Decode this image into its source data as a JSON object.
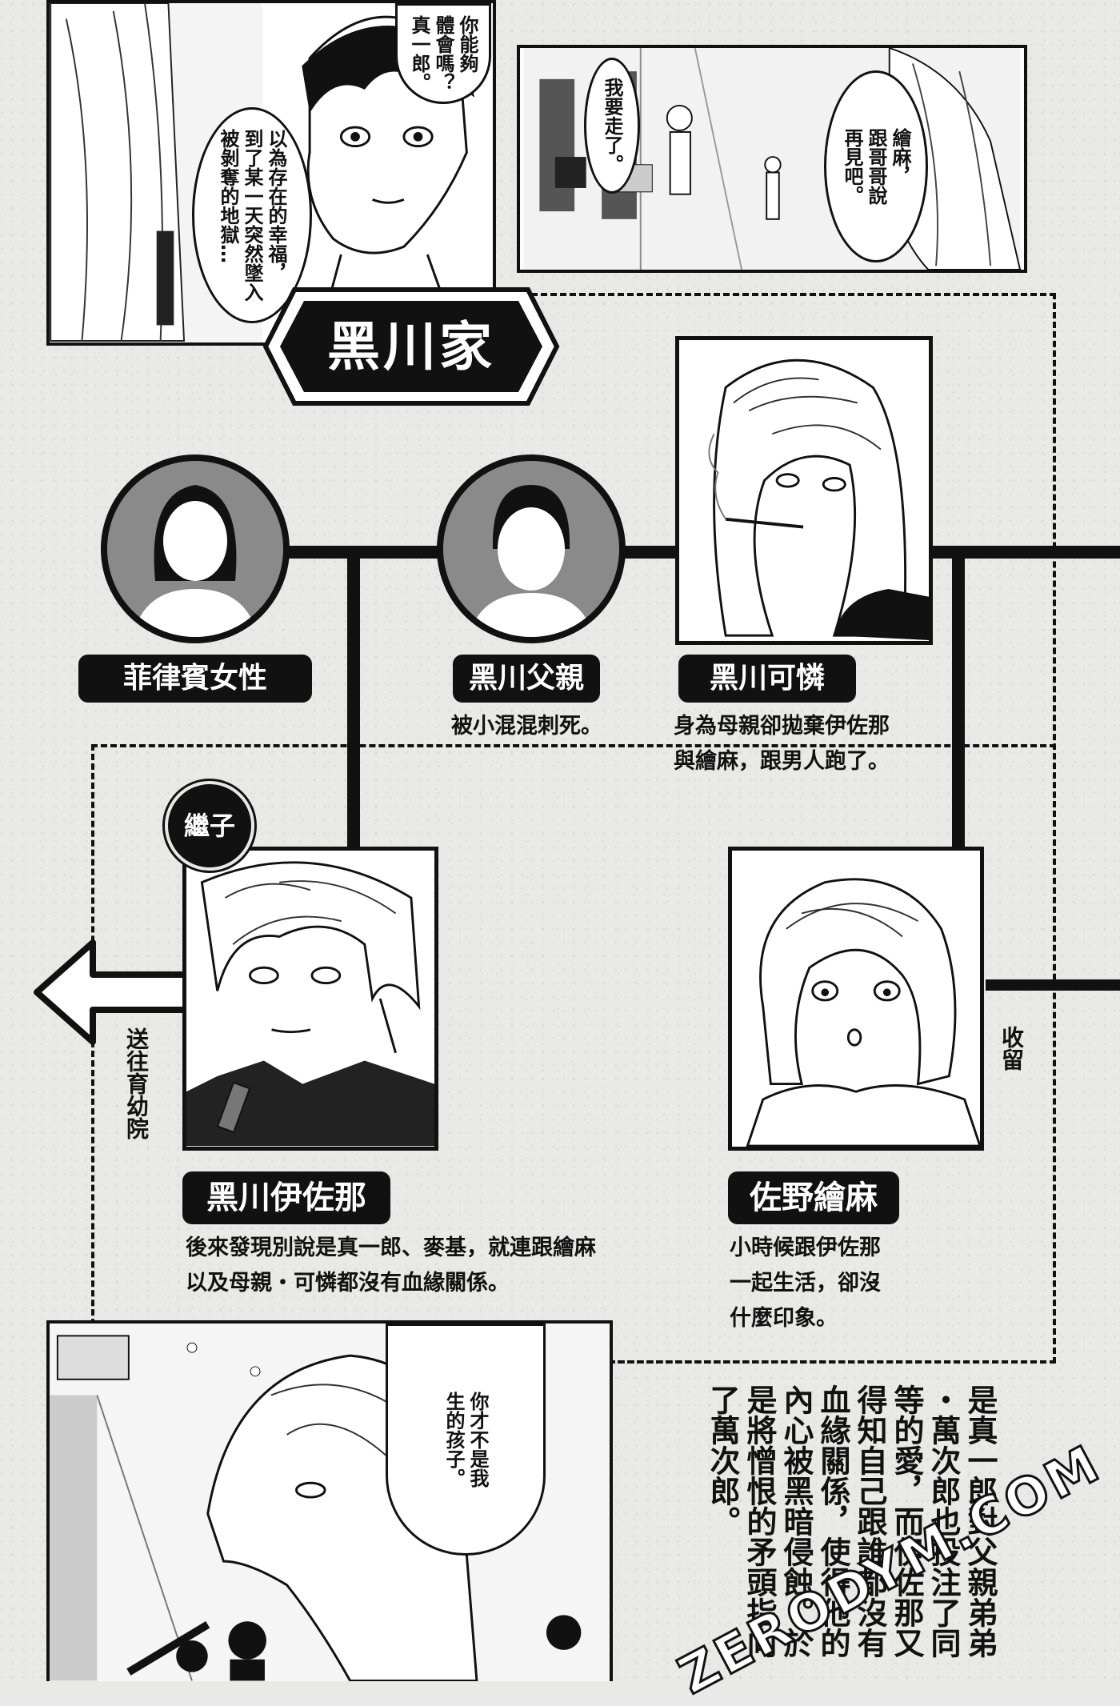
{
  "title": "黑川家",
  "top_left_bubbles": {
    "b1": "你能夠\n體會嗎？\n真一郎。",
    "b2": "以為存在的幸福，\n到了某一天突然墜入\n被剝奪的地獄…"
  },
  "top_right_bubbles": {
    "b1": "我要走了。",
    "b2": "繪麻，\n跟哥哥說\n再見吧。"
  },
  "members": {
    "filipino_woman": {
      "name": "菲律賓女性"
    },
    "father": {
      "name": "黑川父親",
      "desc": "被小混混刺死。"
    },
    "karen": {
      "name": "黑川可憐",
      "desc": "身為母親卻拋棄伊佐那\n與繪麻，跟男人跑了。"
    },
    "izana": {
      "name": "黑川伊佐那",
      "badge": "繼子",
      "desc": "後來發現別說是真一郎、麥基，就連跟繪麻\n以及母親・可憐都沒有血緣關係。"
    },
    "emma": {
      "name": "佐野繪麻",
      "desc": "小時候跟伊佐那\n一起生活，卻沒\n什麼印象。"
    }
  },
  "arrow_labels": {
    "orphanage": "送往育幼院",
    "taken_in": "收留"
  },
  "bottom_bubble": "你才不是我\n生的孩子。",
  "narration": "是真一郎對父親弟弟\n・萬次郎也投注了同\n等的愛，而伊佐那又\n得知自己跟誰都沒有\n血緣關係，使得他的\n內心被黑暗侵蝕。於\n是將憎恨的矛頭指向\n了萬次郎。",
  "watermark": "ZERODYM.COM"
}
